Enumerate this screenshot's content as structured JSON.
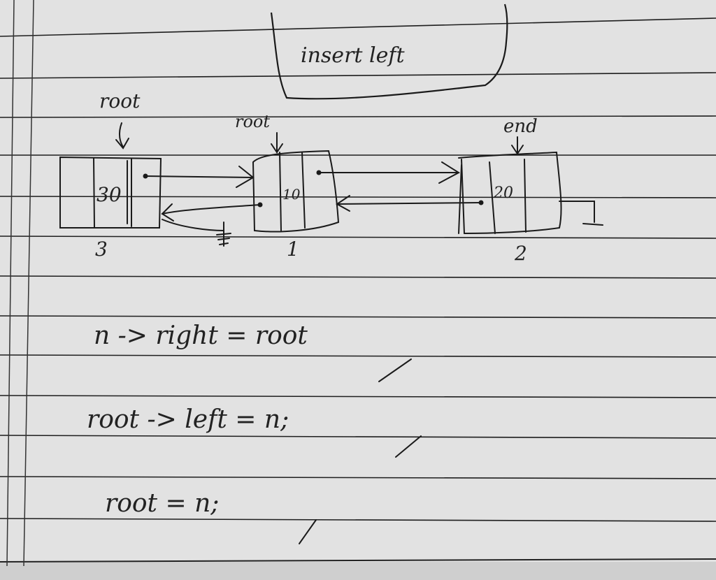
{
  "title": "insert left",
  "nodes": [
    {
      "value": "30",
      "caption": "3",
      "pointer": "root"
    },
    {
      "value": "10",
      "caption": "1",
      "pointer": "root"
    },
    {
      "value": "20",
      "caption": "2",
      "pointer": "end"
    }
  ],
  "code": [
    "n -> right = root",
    "root -> left = n;",
    "root = n;"
  ]
}
